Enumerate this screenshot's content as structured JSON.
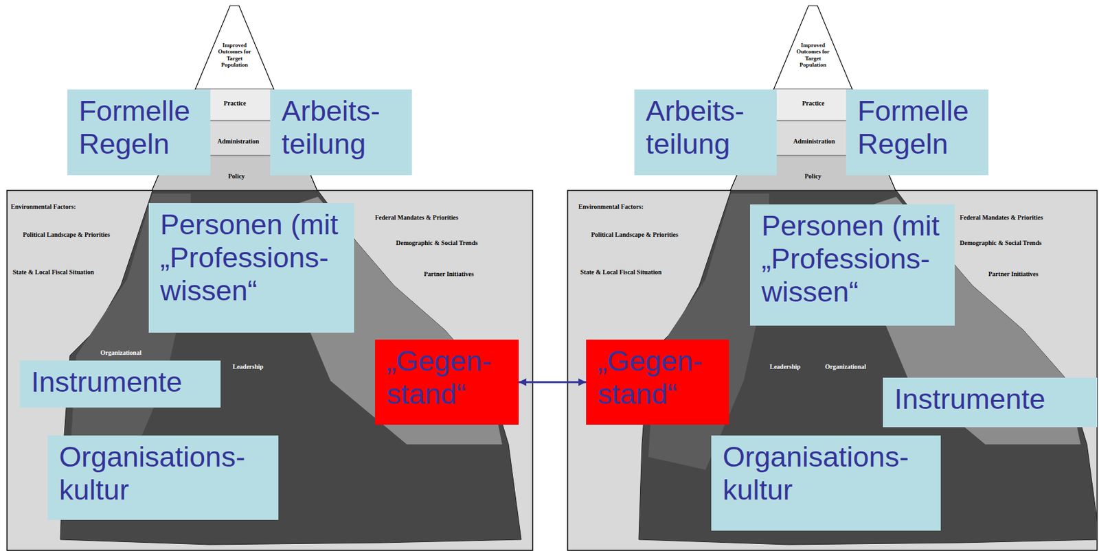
{
  "diagram": {
    "nodes": [
      {
        "text": [
          "Formelle Regeln"
        ]
      },
      {
        "text": [
          "Arbeits- teilung"
        ]
      },
      {
        "text": [
          "Personen (mit „Professions- wissen“"
        ]
      },
      {
        "text": [
          "„Gegen- stand“"
        ]
      },
      {
        "text": [
          "Instrumente"
        ]
      },
      {
        "text": [
          "Organisations- kultur"
        ]
      },
      {
        "text": [
          "Arbeits- teilung"
        ]
      },
      {
        "text": [
          "Formelle Regeln"
        ]
      },
      {
        "text": [
          "Personen (mit „Professions- wissen“"
        ]
      },
      {
        "text": [
          "„Gegen- stand“"
        ]
      },
      {
        "text": [
          "Instrumente"
        ]
      },
      {
        "text": [
          "Organisations- kultur"
        ]
      }
    ],
    "edges": [
      {
        "from": 3,
        "to": 9,
        "arrow": "both"
      }
    ],
    "labels": [
      "Improved Outcomes for Target Population",
      "Practice",
      "Administration",
      "Policy",
      "Environmental Factors:",
      "Political Landscape & Priorities",
      "State & Local Fiscal Situation",
      "Federal Mandates & Priorities",
      "Demographic & Social Trends",
      "Partner Initiatives",
      "Organizational",
      "Leadership",
      "Improved Outcomes for Target Population",
      "Practice",
      "Administration",
      "Policy",
      "Environmental Factors:",
      "Political Landscape & Priorities",
      "State & Local Fiscal Situation",
      "Federal Mandates & Priorities",
      "Demographic & Social Trends",
      "Partner Initiatives",
      "Organizational",
      "Leadership"
    ]
  }
}
